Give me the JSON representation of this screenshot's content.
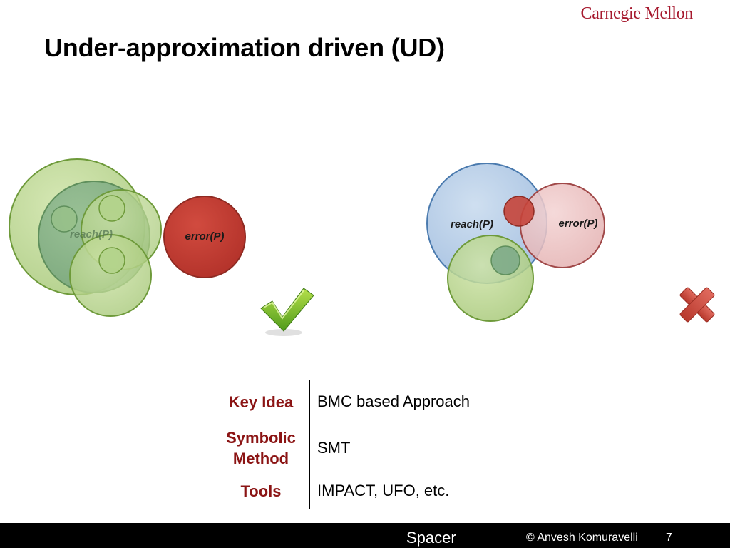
{
  "logo": {
    "text": "Carnegie Mellon"
  },
  "title": "Under-approximation driven (UD)",
  "diagram_left": {
    "reach_label": "reach(P)",
    "error_label": "error(P)",
    "result_icon": "checkmark-icon"
  },
  "diagram_right": {
    "reach_label": "reach(P)",
    "error_label": "error(P)",
    "result_icon": "cross-icon"
  },
  "colors": {
    "green_fill": "#b9d58c",
    "green_stroke": "#6e9a3a",
    "blue_fill": "#b9cfe8",
    "blue_stroke": "#4a7aae",
    "red_fill": "#c0392b",
    "pink_fill": "#ecc0c0",
    "accent_dark_red": "#8b1414",
    "logo_red": "#a6192e"
  },
  "table": {
    "rows": [
      {
        "key": "Key Idea",
        "value": "BMC based Approach"
      },
      {
        "key": "Symbolic Method",
        "value": "SMT"
      },
      {
        "key": "Tools",
        "value": "IMPACT, UFO, etc."
      }
    ]
  },
  "footer": {
    "label": "Spacer",
    "copyright": "© Anvesh Komuravelli",
    "page": "7"
  }
}
